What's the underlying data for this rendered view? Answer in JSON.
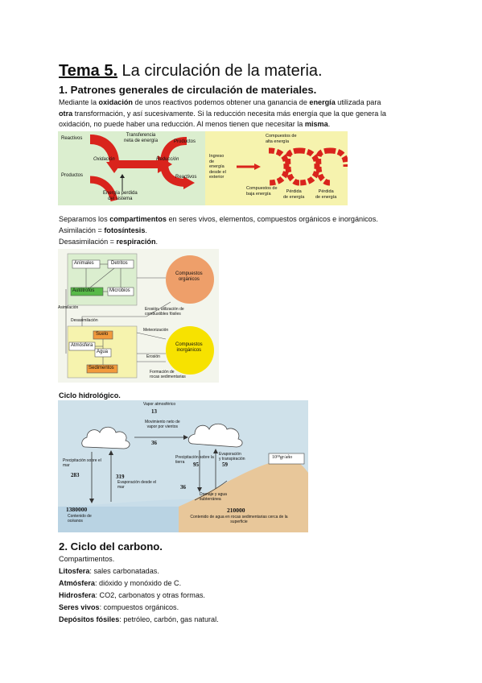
{
  "title": {
    "number": "Tema 5.",
    "text": " La circulación de la materia."
  },
  "s1": {
    "heading": "1. Patrones generales de circulación de materiales.",
    "p1": [
      [
        "Mediante la ",
        "oxidación",
        " de unos reactivos podemos obtener una ganancia de ",
        "energía",
        " utilizada para"
      ],
      [
        "",
        "otra",
        " transformación, y así sucesivamente. Si la reducción necesita más energía que la que genera la"
      ],
      [
        "oxidación, no puede haber una reducción. Al menos tienen que necesitar la ",
        "misma",
        "."
      ]
    ],
    "p2": [
      "Separamos los ",
      "compartimentos",
      " en seres vivos, elementos, compuestos orgánicos e inorgánicos."
    ],
    "p3": [
      "Asimilación = ",
      "fotosíntesis",
      "."
    ],
    "p4": [
      "Desasimilación = ",
      "respiración",
      "."
    ],
    "hydro_label": "Ciclo hidrológico."
  },
  "fig1": {
    "reactivos_top": "Reactivos",
    "transfer": [
      "Transferencia",
      "neta de energía"
    ],
    "productos_top": "Productos",
    "oxidacion": "Oxidación",
    "reduccion": "Reducción",
    "productos_bottom": "Productos",
    "reactivos_bottom": "Reactivos",
    "energia_perdida": [
      "Energía perdida",
      "del sistema"
    ],
    "right": {
      "alta": [
        "Compuestos de",
        "alta energía"
      ],
      "ingreso": [
        "Ingreso",
        "de",
        "energía",
        "desde el",
        "exterior"
      ],
      "baja": [
        "Compuestos de",
        "baja energía"
      ],
      "perdida1": [
        "Pérdida",
        "de energía"
      ],
      "perdida2": [
        "Pérdida",
        "de energía"
      ]
    }
  },
  "fig2": {
    "animales": "Animales",
    "detritos": "Detritos",
    "autotrofos": "Autótrofos",
    "microbios": "Microbios",
    "organicos": [
      "Compuestos",
      "orgánicos"
    ],
    "erosion_label": [
      "Erosión, utilización de",
      "combustibles fósiles"
    ],
    "asimilacion": "Asimilación",
    "desasimilacion": "Desasimilación",
    "suelo": "Suelo",
    "atmosfera": "Atmósfera",
    "agua": "Agua",
    "sedimentos": "Sedimentos",
    "meteorizacion": "Meteorización",
    "erosion": "Erosión",
    "inorganicos": [
      "Compuestos",
      "inorgánicos"
    ],
    "formacion": [
      "Formación de",
      "rocas sedimentarias"
    ]
  },
  "fig3": {
    "vapor_label": "Vapor atmosférico",
    "vapor_val": "13",
    "mov_label": [
      "Movimiento neto de",
      "vapor por vientos"
    ],
    "mov_val": "36",
    "precip_mar": [
      "Precipitación sobre el",
      "mar"
    ],
    "v283": "283",
    "v319": "319",
    "evap_mar": [
      "Evaporación desde el",
      "mar"
    ],
    "precip_tierra": [
      "Precipitación sobre la",
      "tierra"
    ],
    "v95": "95",
    "evap_trans": [
      "Evaporación",
      "y transpiración"
    ],
    "v59": "59",
    "units": "10¹⁸gr/año",
    "v36b": "36",
    "drenaje": [
      "Drenaje y agua",
      "subterránea"
    ],
    "ocean_val": "1380000",
    "ocean_label": [
      "Contenido de",
      "océanos"
    ],
    "rock_val": "210000",
    "rock_label": [
      "Contenido de agua en rocas sedimentarias cerca de la",
      "superficie"
    ]
  },
  "s2": {
    "heading": "2. Ciclo del carbono.",
    "lines": [
      [
        "",
        "Compartimentos."
      ],
      [
        "Litosfera",
        ": sales carbonatadas."
      ],
      [
        "Atmósfera",
        ": dióxido y monóxido de C."
      ],
      [
        "Hidrosfera",
        ": CO2, carbonatos y otras formas."
      ],
      [
        "Seres vivos",
        ": compuestos orgánicos."
      ],
      [
        "Depósitos fósiles",
        ": petróleo, carbón, gas natural."
      ]
    ]
  },
  "colors": {
    "red": "#d9241c",
    "green_bg": "#dbeecf",
    "yellow_bg": "#f6f3ae",
    "orange": "#ee9f6a",
    "yellow": "#f7e200",
    "hydro_bg": "#cfe1ea",
    "sand": "#e8c79a"
  }
}
